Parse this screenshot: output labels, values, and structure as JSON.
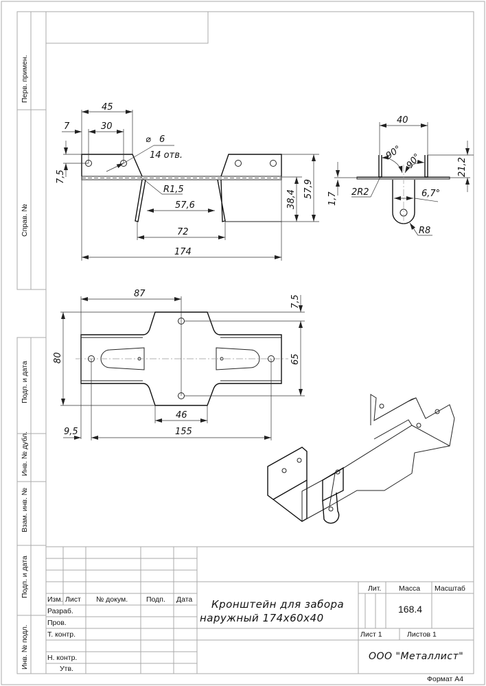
{
  "side_strip": {
    "perv_primen": "Перв. примен.",
    "sprav_no": "Справ. №",
    "podp_data_1": "Подп. и дата",
    "inv_dubl": "Инв. № дубл.",
    "vzam_inv": "Взам. инв. №",
    "podp_data_2": "Подп. и дата",
    "inv_podl": "Инв. № подл."
  },
  "front_view": {
    "dim_45": "45",
    "dim_7": "7",
    "dim_30": "30",
    "dim_7_5": "7,5",
    "hole_diameter": "6",
    "hole_count": "14 отв.",
    "radius": "R1,5",
    "dim_57_6": "57,6",
    "dim_72": "72",
    "dim_174": "174",
    "dim_38_4": "38,4",
    "dim_57_9": "57,9"
  },
  "side_view": {
    "dim_40": "40",
    "angle_left": "90°",
    "angle_right": "90°",
    "dim_21_2": "21,2",
    "dim_1_7": "1,7",
    "radius_2r2": "2R2",
    "angle_6_7": "6,7°",
    "radius_r8": "R8"
  },
  "plan_view": {
    "dim_87": "87",
    "dim_7_5": "7,5",
    "dim_80": "80",
    "dim_65": "65",
    "dim_46": "46",
    "dim_9_5": "9,5",
    "dim_155": "155"
  },
  "title_block": {
    "headers": {
      "izm": "Изм.",
      "list": "Лист",
      "doc_no": "№ докум.",
      "podp": "Подп.",
      "data": "Дата"
    },
    "rows": [
      "Разраб.",
      "Пров.",
      "Т. контр.",
      "Н. контр.",
      "Утв."
    ],
    "title_line1": "Кронштейн для забора",
    "title_line2": "наружный 174х60х40",
    "lit": "Лит.",
    "massa": "Масса",
    "masshtab": "Масштаб",
    "mass_value": "168.4",
    "sheet": "Лист 1",
    "sheets": "Листов 1",
    "company": "ООО \"Металлист\"",
    "format": "Формат А4"
  }
}
